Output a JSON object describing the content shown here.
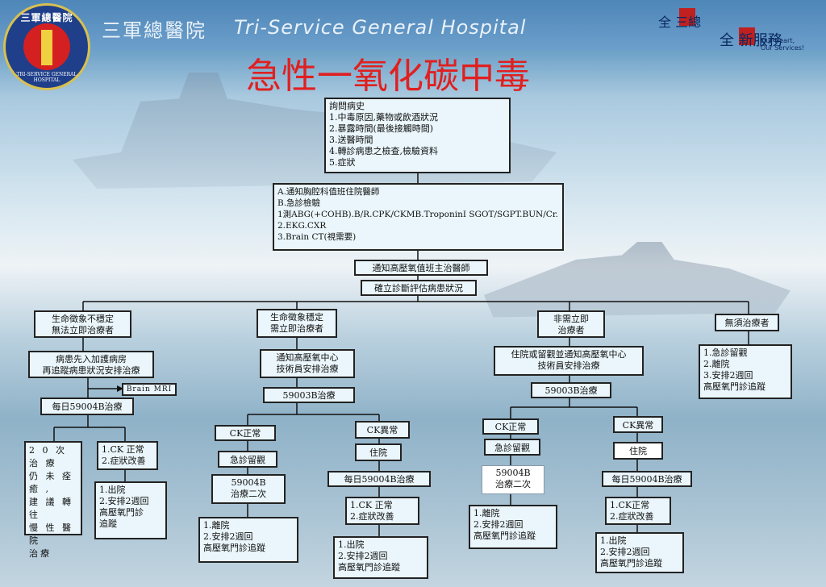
{
  "header": {
    "hospital_zh": "三軍總醫院",
    "hospital_en": "Tri-Service General Hospital",
    "logo_text": "三軍總醫院",
    "logo_subtext": "TRI-SERVICE GENERAL HOSPITAL",
    "slogan_line1": "全 三總",
    "slogan_line2": "全 新服務",
    "slogan_tag1": "Our Heart,",
    "slogan_tag2": "Our Services!"
  },
  "title": "急性一氧化碳中毒",
  "nodes": {
    "history": "詢問病史\n1.中毒原因,藥物或飲酒狀況\n2.暴露時間(最後接觸時間)\n3.送醫時間\n4.轉診病患之檢查,檢驗資料\n5.症狀",
    "notify_exam": "A.通知胸腔科值班住院醫師\nB.急診檢驗\n   1測ABG(+COHB).B/R.CPK/CKMB.TroponinI SGOT/SGPT.BUN/Cr.\n   2.EKG.CXR\n   3.Brain CT(視需要)",
    "notify_hbo": "通知高壓氧值班主治醫師",
    "diagnose": "確立診斷評估病患狀況",
    "unstable": "生命徵象不穩定\n無法立即治療者",
    "icu": "病患先入加護病房\n再追蹤病患狀況安排治療",
    "brain_mri": "Brain MRI",
    "daily_a": "每日59004B治療",
    "persist": "2 0 次 治 療\n仍 未 痊 癒 ,\n建 議 轉 往\n慢 性 醫 院\n治療",
    "improve_a": "1.CK 正常\n2.症狀改善",
    "discharge_a": "1.出院\n2.安排2週回\n   高壓氧門診\n   追蹤",
    "stable": "生命徵象穩定\n需立即治療者",
    "notify_tech_a": "通知高壓氧中心\n技術員安排治療",
    "treat_59003_a": "59003B治療",
    "ck_normal_a": "CK正常",
    "ck_abnormal_a": "CK異常",
    "er_observe_a": "急診留觀",
    "admit_a": "住院",
    "twice_a": "59004B\n治療二次",
    "daily_b": "每日59004B治療",
    "leave_a": "1.離院\n2.安排2週回\n   高壓氧門診追蹤",
    "improve_b": "1.CK 正常\n2.症狀改善",
    "discharge_b": "1.出院\n2.安排2週回\n   高壓氧門診追蹤",
    "nonurgent": "非需立即\n治療者",
    "admit_notify": "住院或留觀並通知高壓氧中心\n技術員安排治療",
    "treat_59003_b": "59003B治療",
    "ck_normal_b": "CK正常",
    "ck_abnormal_b": "CK異常",
    "er_observe_b": "急診留觀",
    "admit_b": "住院",
    "twice_b": "59004B\n治療二次",
    "daily_c": "每日59004B治療",
    "leave_b": "1.離院\n2.安排2週回\n   高壓氧門診追蹤",
    "improve_c": "1.CK正常\n2.症狀改善",
    "discharge_c": "1.出院\n2.安排2週回\n   高壓氧門診追蹤",
    "no_treat": "無須治療者",
    "no_treat_steps": "1.急診留觀\n2.離院\n3.安排2週回\n   高壓氧門診追蹤"
  }
}
